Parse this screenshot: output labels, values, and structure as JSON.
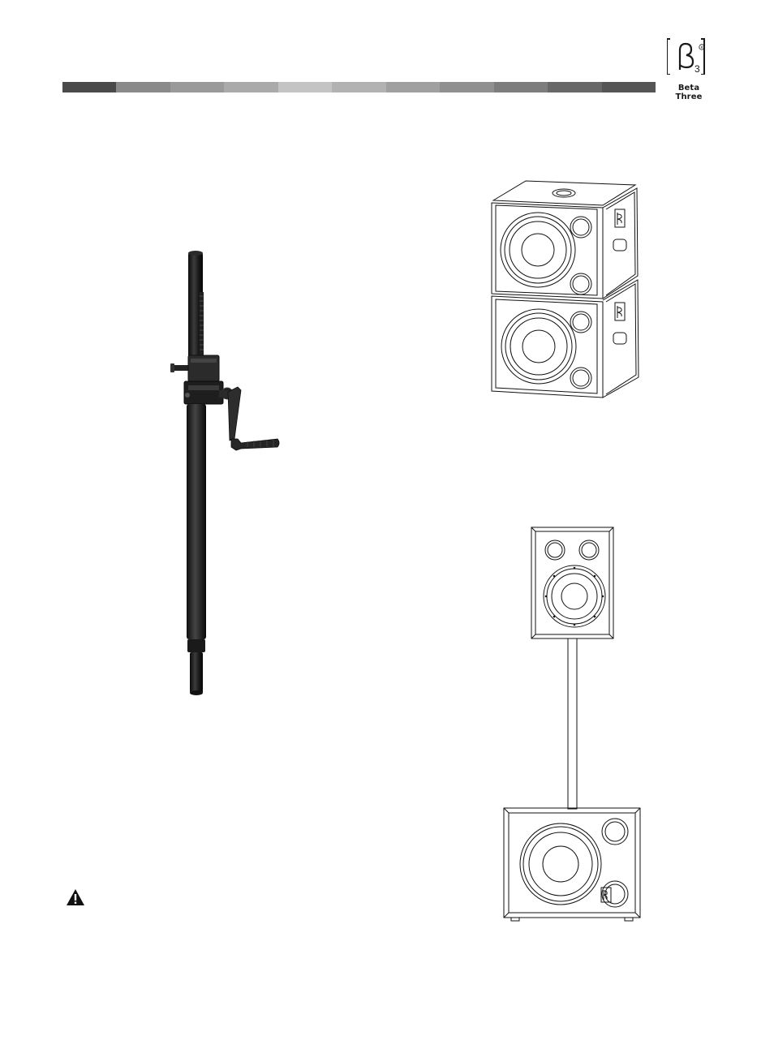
{
  "brand": {
    "name": "Beta Three",
    "logo_icon": "beta3-logo-icon",
    "registered_mark": "®"
  },
  "header_bar": {
    "colors": [
      "#4a4a4a",
      "#8a8a8a",
      "#9a9a9a",
      "#aaaaaa",
      "#c4c4c4",
      "#b2b2b2",
      "#a0a0a0",
      "#909090",
      "#7d7d7d",
      "#686868",
      "#555555"
    ]
  },
  "figures": [
    {
      "name": "speaker-pole-crank-photo",
      "icon": "speaker-pole-icon"
    },
    {
      "name": "stacked-subwoofers-drawing",
      "icon": "stacked-speakers-icon"
    },
    {
      "name": "pole-mounted-speaker-drawing",
      "icon": "pole-mounted-speaker-icon"
    }
  ],
  "warning": {
    "icon": "warning-triangle-icon"
  }
}
